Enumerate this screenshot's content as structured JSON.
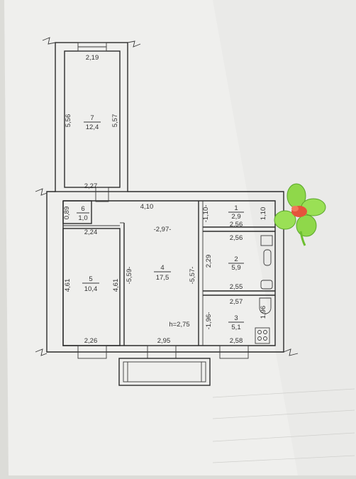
{
  "plan": {
    "rooms": [
      {
        "id": "7",
        "number": "7",
        "area": "12,4"
      },
      {
        "id": "6",
        "number": "6",
        "area": "1,0"
      },
      {
        "id": "5",
        "number": "5",
        "area": "10,4"
      },
      {
        "id": "4",
        "number": "4",
        "area": "17,5"
      },
      {
        "id": "1",
        "number": "1",
        "area": "2,9"
      },
      {
        "id": "2",
        "number": "2",
        "area": "5,9"
      },
      {
        "id": "3",
        "number": "3",
        "area": "5,1"
      }
    ],
    "dimensions": {
      "room7_top": "2,19",
      "room7_left": "5,56",
      "room7_right": "5,57",
      "room7_bottom": "2,27",
      "room6_left": "0,89",
      "corridor_top": "4,10",
      "room5_top": "2,24",
      "room5_left": "4,61",
      "room5_right": "4,61",
      "room5_bottom": "2,26",
      "room4_top": "-2,97-",
      "room4_left": "-5,59-",
      "room4_right": "-5,57-",
      "room4_bottom": "2,95",
      "room1_left": "-1,10-",
      "room1_right": "1,10",
      "room1_bottom": "2,56",
      "room2_top": "2,56",
      "room2_left": "2,29",
      "room2_bottom": "2,55",
      "room3_top": "2,57",
      "room3_left": "-1,96-",
      "room3_right": "1,96",
      "room3_bottom": "2,58"
    },
    "ceiling_height": "h=2,75"
  },
  "colors": {
    "paper": "#eeeeec",
    "wall": "#2b2b2b",
    "clover": "#8fd84a",
    "clover_center": "#e5533b"
  },
  "decoration": {
    "sticker": "clover-sticker-icon"
  }
}
